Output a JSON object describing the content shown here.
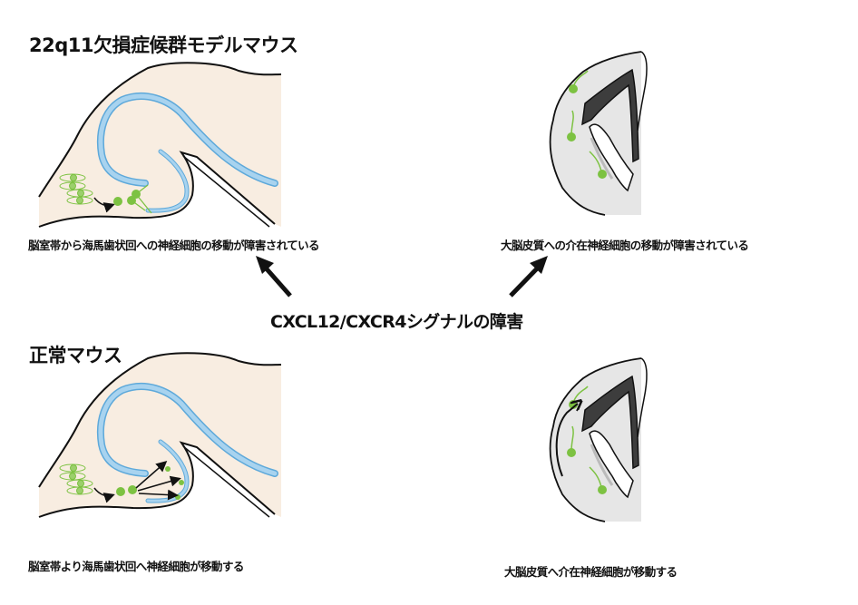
{
  "top": {
    "title": "22q11欠損症候群モデルマウス",
    "hippocampus_caption": "脳室帯から海馬歯状回への神経細胞の移動が障害されている",
    "cortex_caption": "大脳皮質への介在神経細胞の移動が障害されている"
  },
  "center": {
    "label": "CXCL12/CXCR4シグナルの障害"
  },
  "bottom": {
    "title": "正常マウス",
    "hippocampus_caption": "脳室帯より海馬歯状回へ神経細胞が移動する",
    "cortex_caption": "大脳皮質へ介在神経細胞が移動する"
  },
  "colors": {
    "tissue": "#f8ede1",
    "ca_blue": "#a8d3ef",
    "neuron_green": "#7dc242",
    "cortex_gray": "#e6e6e6",
    "band_dark": "#3d3d3d"
  }
}
